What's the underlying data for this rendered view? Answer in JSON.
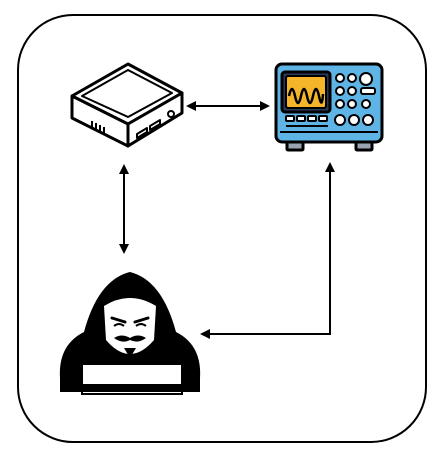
{
  "diagram": {
    "nodes": [
      {
        "id": "mini-pc",
        "icon": "mini-pc-icon"
      },
      {
        "id": "oscilloscope",
        "icon": "oscilloscope-icon"
      },
      {
        "id": "hacker",
        "icon": "hooded-hacker-icon"
      }
    ],
    "edges": [
      {
        "from": "mini-pc",
        "to": "oscilloscope",
        "direction": "bidirectional"
      },
      {
        "from": "mini-pc",
        "to": "hacker",
        "direction": "bidirectional"
      },
      {
        "from": "oscilloscope",
        "to": "hacker",
        "direction": "bidirectional"
      }
    ]
  },
  "colors": {
    "outline": "#000000",
    "background": "#ffffff",
    "scope_body": "#5fb4e6",
    "scope_screen": "#f5b52a",
    "scope_panel": "#2a3a5a",
    "hacker": "#000000"
  }
}
